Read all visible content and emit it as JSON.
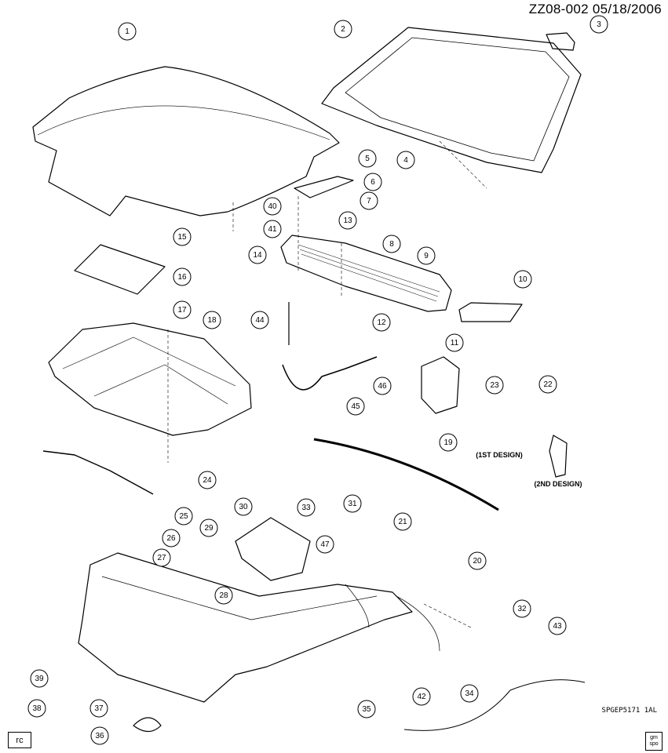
{
  "header": "ZZ08-002  05/18/2006",
  "callouts": [
    "1",
    "2",
    "3",
    "4",
    "5",
    "6",
    "7",
    "8",
    "9",
    "10",
    "11",
    "12",
    "13",
    "14",
    "15",
    "16",
    "17",
    "18",
    "19",
    "20",
    "21",
    "22",
    "23",
    "24",
    "25",
    "26",
    "27",
    "28",
    "29",
    "30",
    "31",
    "32",
    "33",
    "34",
    "35",
    "36",
    "37",
    "38",
    "39",
    "40",
    "41",
    "42",
    "43",
    "44",
    "45",
    "46",
    "47"
  ],
  "labels": {
    "first_design": "(1ST DESIGN)",
    "second_design": "(2ND DESIGN)"
  },
  "diagram_code": "SPGEP5171 1AL",
  "corner_tag": "rc",
  "logo": {
    "line1": "gm",
    "line2": "spo"
  }
}
